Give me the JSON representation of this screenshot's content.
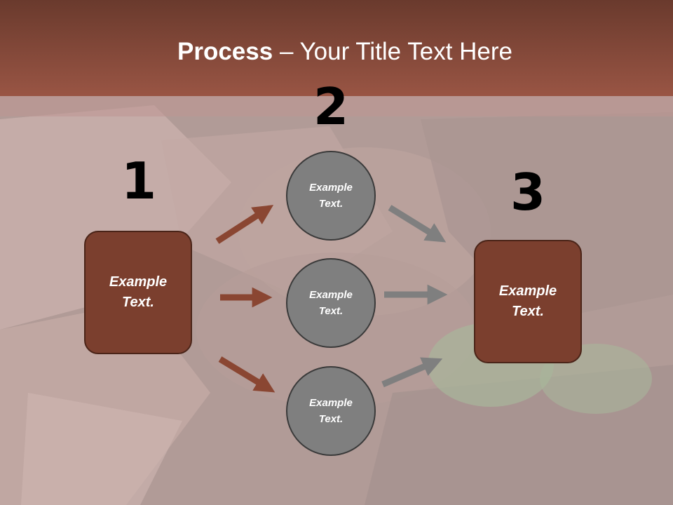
{
  "title": {
    "bold": "Process",
    "rest": " – Your Title Text Here"
  },
  "steps": {
    "one": "1",
    "two": "2",
    "three": "3"
  },
  "left_box": {
    "line1": "Example",
    "line2": "Text."
  },
  "circles": [
    {
      "line1": "Example",
      "line2": "Text."
    },
    {
      "line1": "Example",
      "line2": "Text."
    },
    {
      "line1": "Example",
      "line2": "Text."
    }
  ],
  "right_box": {
    "line1": "Example",
    "line2": "Text."
  },
  "colors": {
    "header": "#995544",
    "box_fill": "#7b3f2e",
    "circle_fill": "#7f7f7f",
    "arrow_brown": "#8a4632",
    "arrow_gray": "#7f7f7f"
  }
}
